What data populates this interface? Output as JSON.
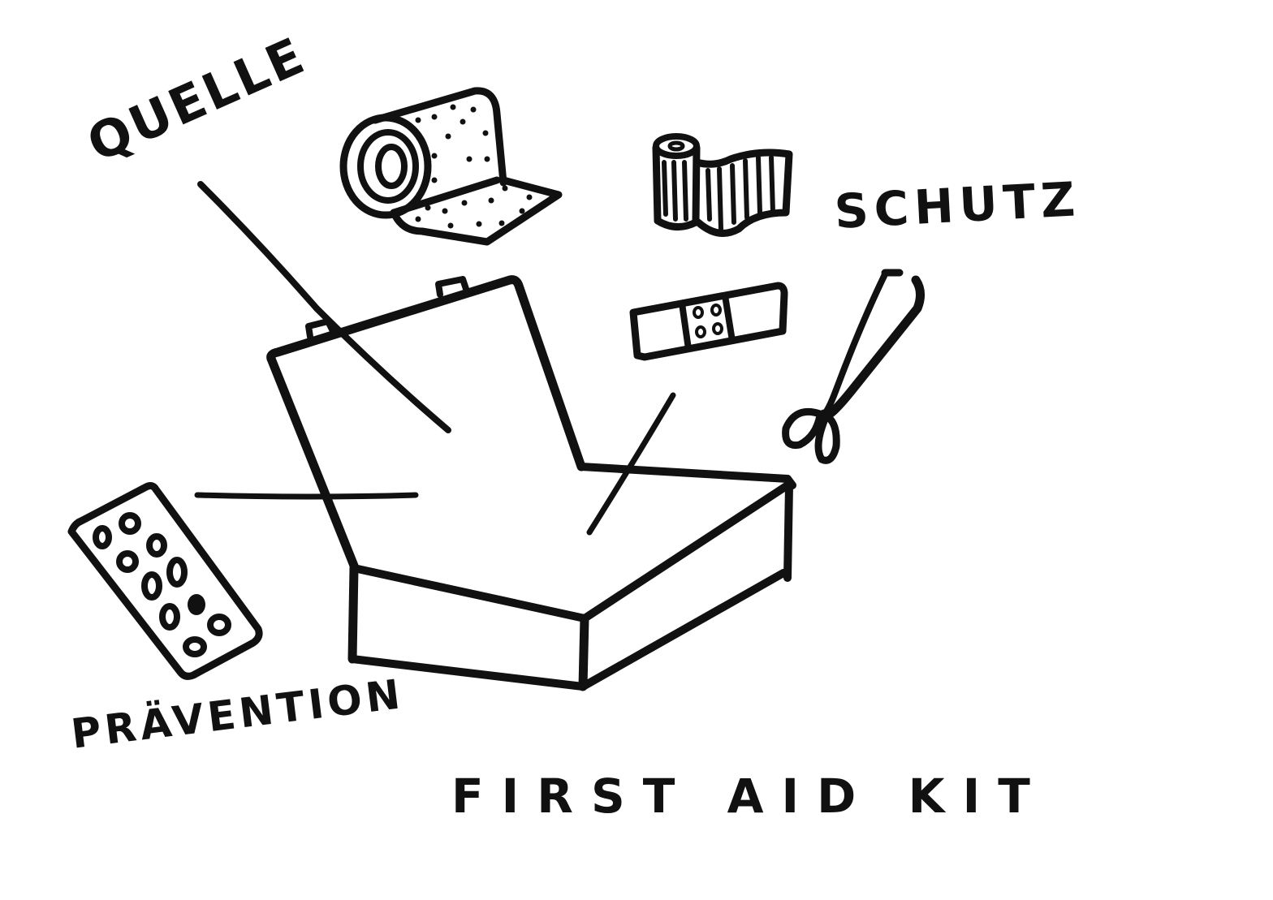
{
  "illustration": {
    "title": "FIRST AID KIT",
    "labels": {
      "quelle": "QUELLE",
      "schutz": "SCHUTZ",
      "praevention": "PRÄVENTION"
    },
    "items": [
      {
        "name": "adhesive-tape-roll",
        "description": "dotted plaster tape roll"
      },
      {
        "name": "elastic-bandage-roll",
        "description": "striped gauze bandage"
      },
      {
        "name": "plaster-strip",
        "description": "adhesive bandage with 4 dots"
      },
      {
        "name": "scissors",
        "description": "medical scissors"
      },
      {
        "name": "pill-blister-pack",
        "description": "blister pack with 10 pills"
      },
      {
        "name": "first-aid-box",
        "description": "open first aid kit box"
      }
    ],
    "colors": {
      "ink": "#111111",
      "background": "#ffffff"
    }
  }
}
